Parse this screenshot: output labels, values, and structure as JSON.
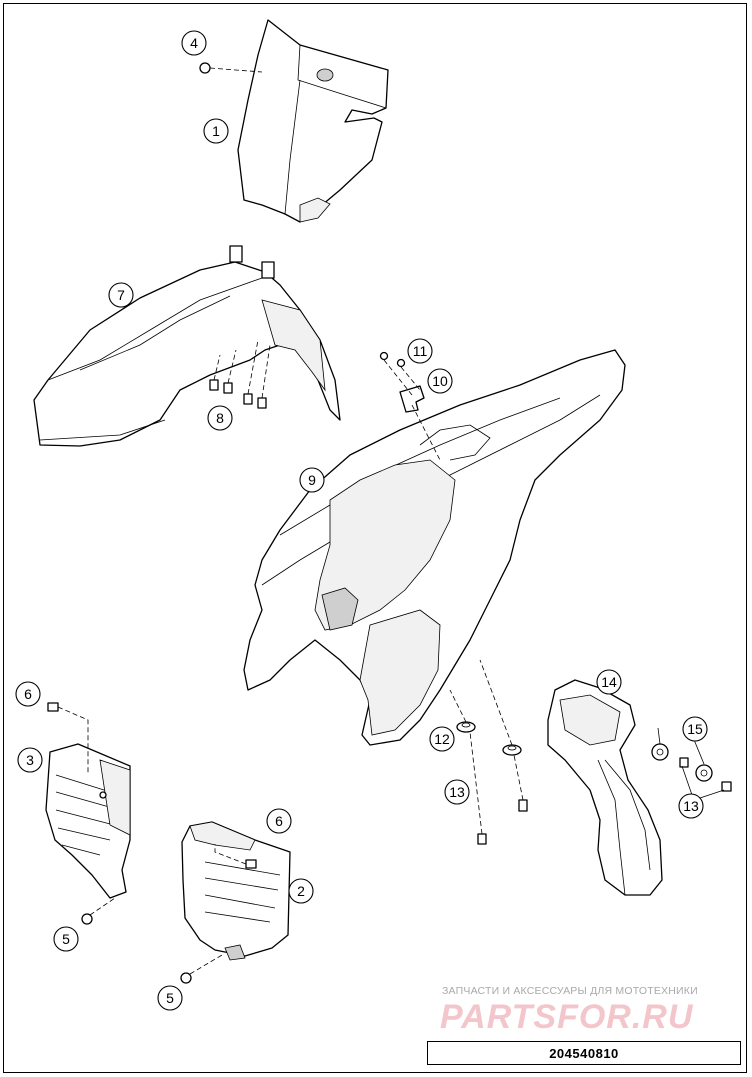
{
  "diagram": {
    "callouts": [
      {
        "label": "1"
      },
      {
        "label": "2"
      },
      {
        "label": "3"
      },
      {
        "label": "4"
      },
      {
        "label": "5"
      },
      {
        "label": "5"
      },
      {
        "label": "6"
      },
      {
        "label": "6"
      },
      {
        "label": "7"
      },
      {
        "label": "8"
      },
      {
        "label": "9"
      },
      {
        "label": "10"
      },
      {
        "label": "11"
      },
      {
        "label": "12"
      },
      {
        "label": "13"
      },
      {
        "label": "13"
      },
      {
        "label": "14"
      },
      {
        "label": "15"
      }
    ]
  },
  "watermark": {
    "caption": "ЗАПЧАСТИ И АКСЕССУАРЫ ДЛЯ МОТОТЕХНИКИ",
    "logo": "PARTSFOR.RU"
  },
  "drawing_number": "204540810",
  "colors": {
    "line": "#000000",
    "background": "#ffffff",
    "watermark_text": "#a9a9a9",
    "watermark_logo": "#f3c6cc"
  }
}
